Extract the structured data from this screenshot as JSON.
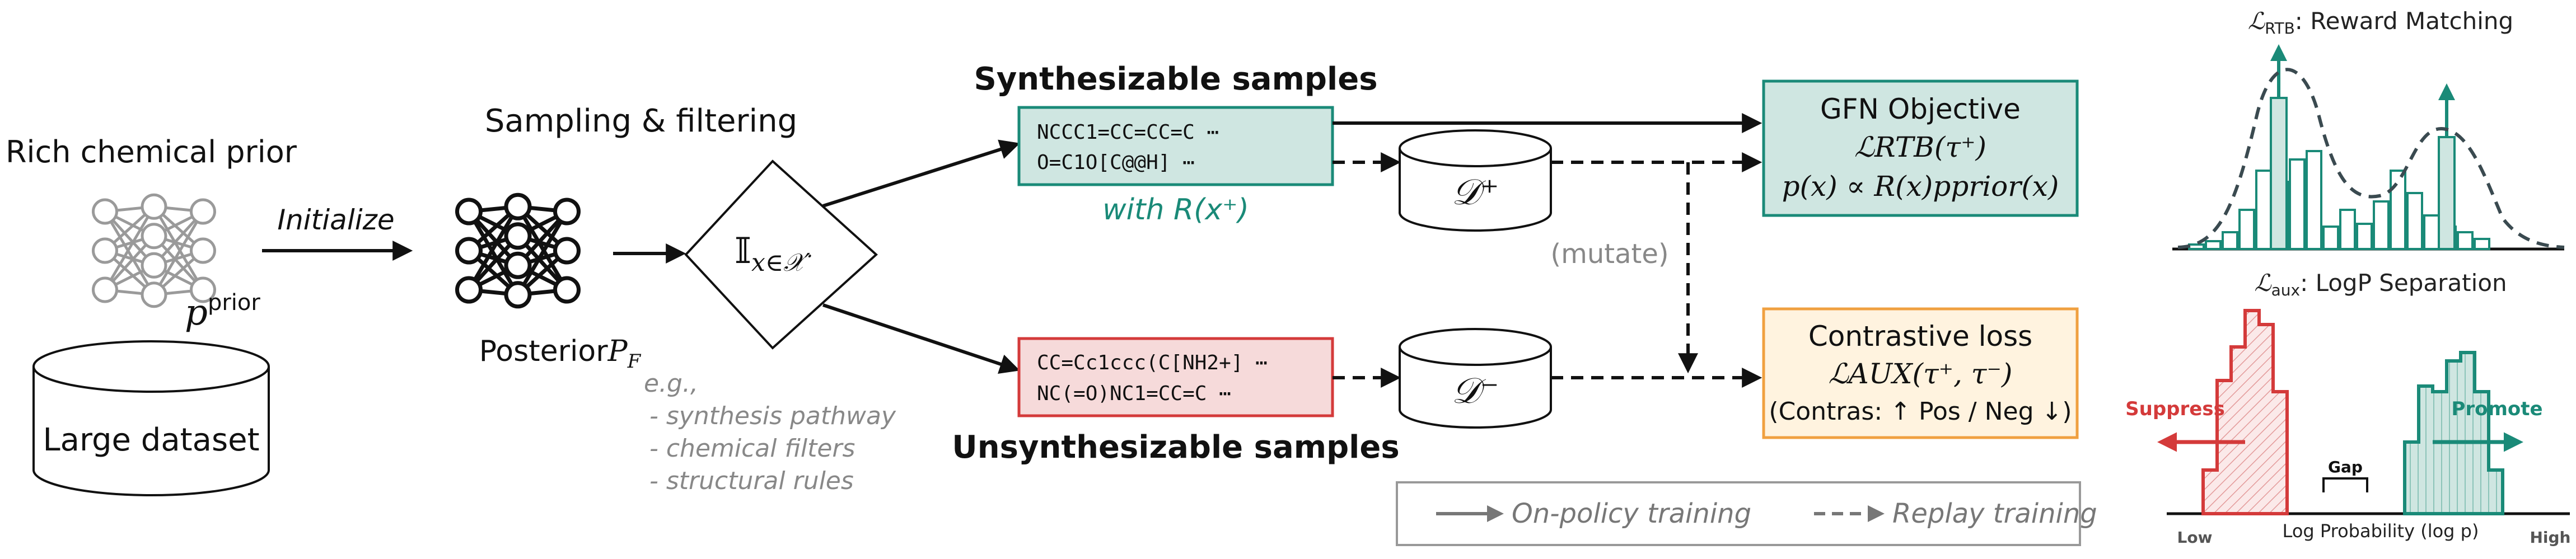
{
  "left": {
    "prior_title": "Rich chemical prior",
    "prior_label_base": "p",
    "prior_label_sup": "prior",
    "dataset_label": "Large dataset",
    "initialize_label": "Initialize"
  },
  "sampling": {
    "title": "Sampling & filtering",
    "posterior_label": "Posterior",
    "posterior_symbol": "P",
    "posterior_sub": "F",
    "filter_symbol": "𝕀",
    "filter_sub": "x∈𝒳′",
    "examples_head": "e.g.,",
    "examples": [
      "- synthesis pathway",
      "- chemical filters",
      "- structural rules"
    ]
  },
  "samples": {
    "synth_title": "Synthesizable samples",
    "synth_lines": [
      "NCCC1=CC=CC=C  ⋯",
      "O=C1O[C@@H]  ⋯"
    ],
    "synth_reward": "with R(x⁺)",
    "unsynth_title": "Unsynthesizable samples",
    "unsynth_lines": [
      "CC=Cc1ccc(C[NH2+]  ⋯",
      "NC(=O)NC1=CC=C  ⋯"
    ],
    "buffer_plus": "𝒟⁺",
    "buffer_minus": "𝒟⁻",
    "mutate_label": "(mutate)"
  },
  "objectives": {
    "gfn_title": "GFN Objective",
    "gfn_loss": "ℒRTB(τ⁺)",
    "gfn_formula": "p(x) ∝ R(x)pprior(x)",
    "contrast_title": "Contrastive loss",
    "contrast_loss": "ℒAUX(τ⁺, τ⁻)",
    "contrast_note": "(Contras: ↑ Pos / Neg ↓)"
  },
  "legend": {
    "on_policy": "On-policy training",
    "replay": "Replay training"
  },
  "panels": {
    "rtb_title_sym": "ℒ",
    "rtb_title_sub": "RTB",
    "rtb_title_text": ": Reward Matching",
    "aux_title_sym": "ℒ",
    "aux_title_sub": "aux",
    "aux_title_text": ": LogP Separation",
    "suppress": "Suppress",
    "promote": "Promote",
    "gap": "Gap",
    "xlabel": "Log Probability (log p)",
    "low": "Low",
    "high": "High"
  },
  "colors": {
    "teal": "#1a8a78",
    "teal_fill": "#cfe6e1",
    "red": "#d43a3a",
    "red_fill": "#f6dada",
    "orange": "#f0a040",
    "orange_fill": "#fff3df",
    "gray": "#8a8a8a",
    "black": "#111111"
  }
}
